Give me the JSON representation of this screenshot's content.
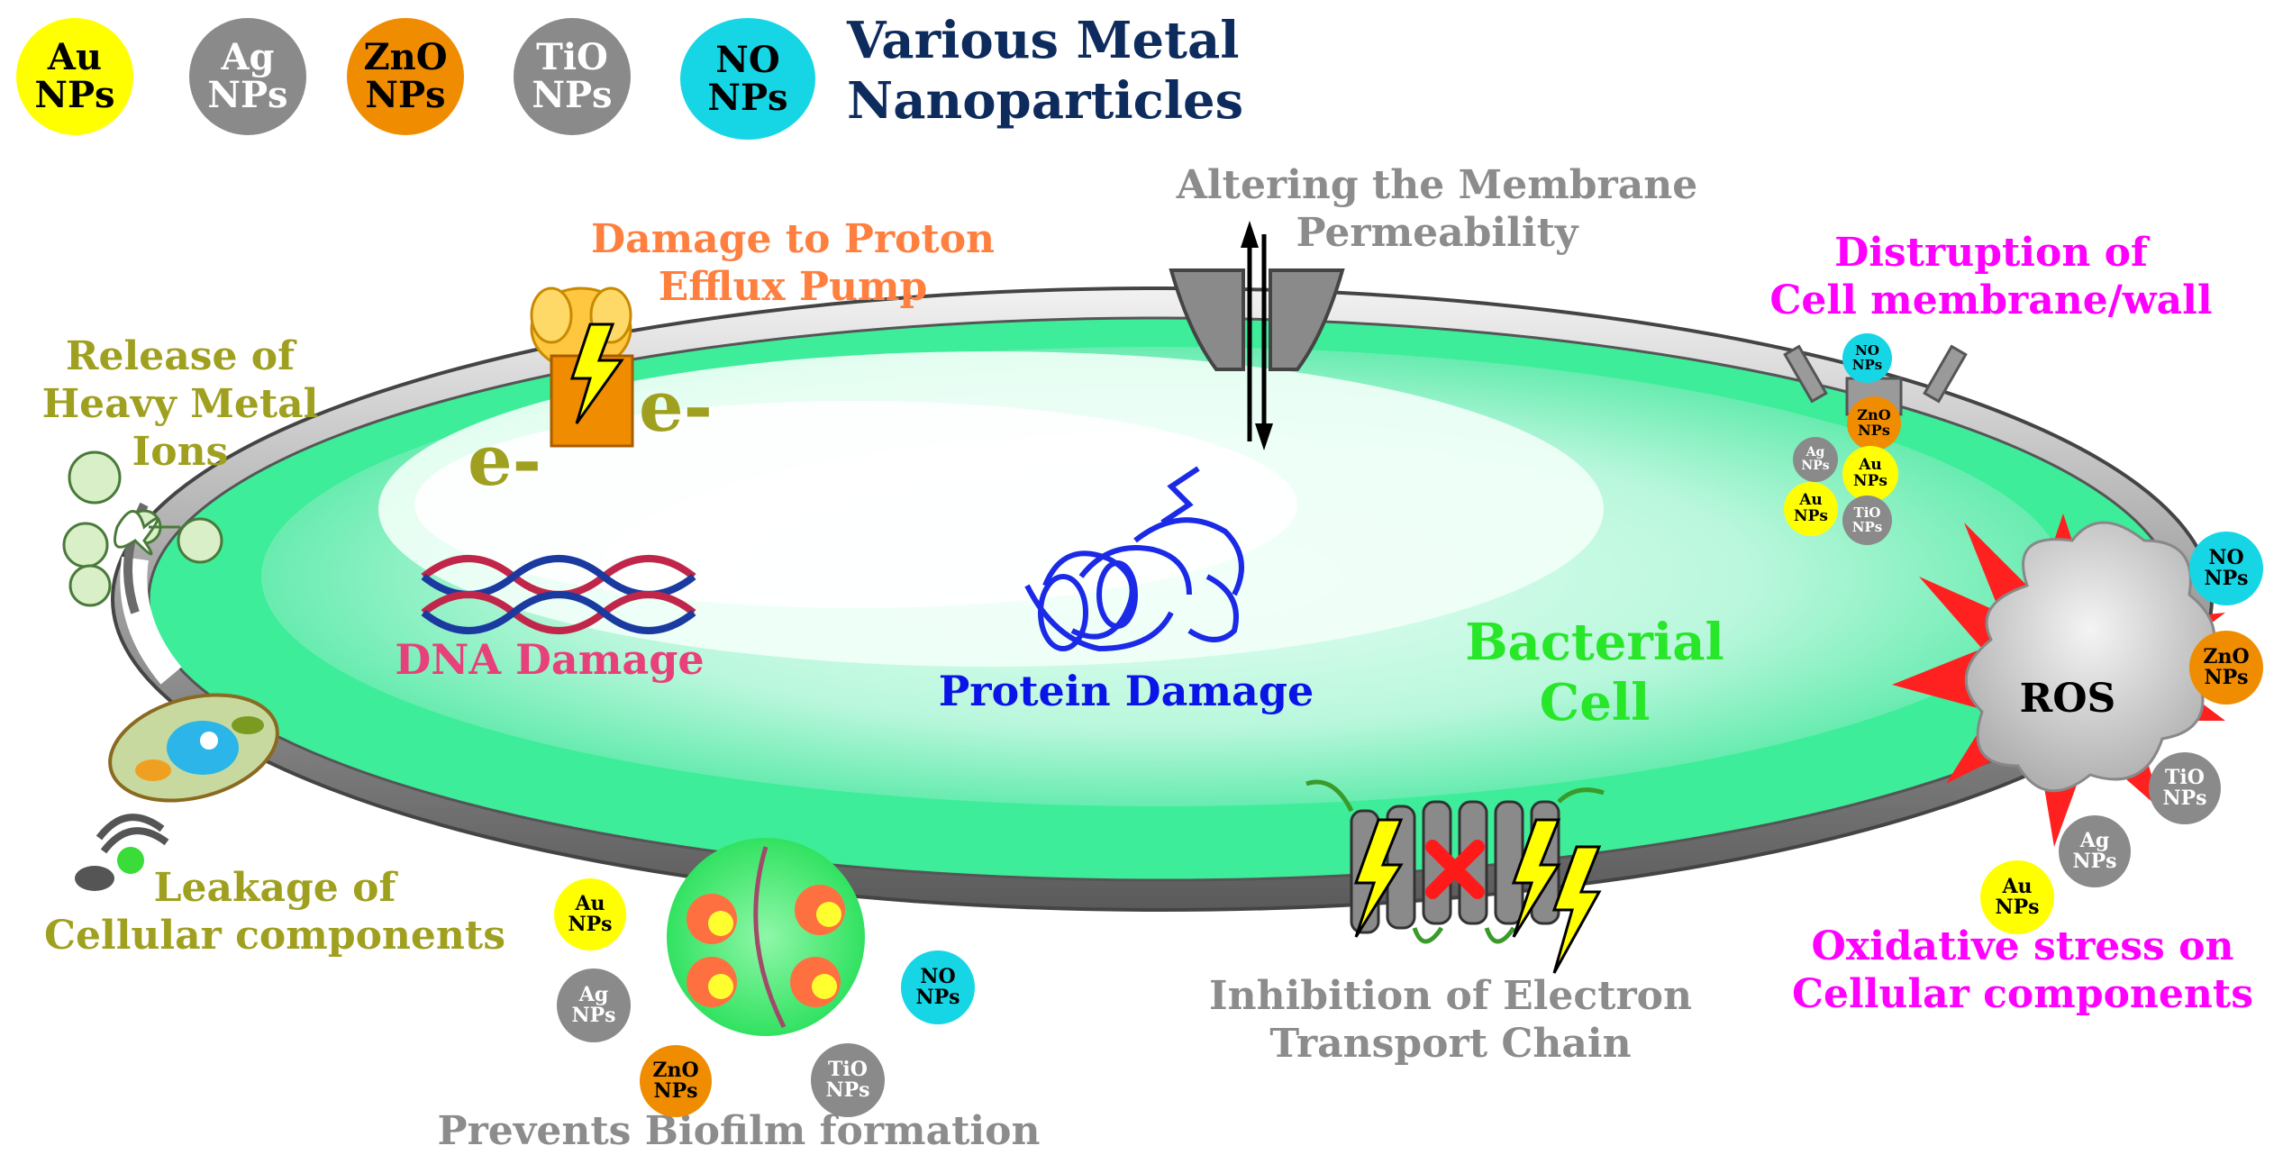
{
  "legend": {
    "title": "Various Metal\nNanoparticles",
    "items": [
      {
        "label": "Au\nNPs",
        "color": "#ffff00",
        "text": "#000000"
      },
      {
        "label": "Ag\nNPs",
        "color": "#8a8a8a",
        "text": "#ffffff"
      },
      {
        "label": "ZnO\nNPs",
        "color": "#f08c00",
        "text": "#000000"
      },
      {
        "label": "TiO\nNPs",
        "color": "#8a8a8a",
        "text": "#ffffff"
      },
      {
        "label": "NO\nNPs",
        "color": "#16d6e6",
        "text": "#000000"
      }
    ]
  },
  "labels": {
    "membrane_permeability": "Altering the Membrane\nPermeability",
    "proton_pump": "Damage to Proton\nEfflux Pump",
    "heavy_metal": "Release of\nHeavy Metal\nIons",
    "cell_wall": "Distruption of\nCell membrane/wall",
    "dna": "DNA Damage",
    "protein": "Protein Damage",
    "bacterial_cell": "Bacterial\nCell",
    "ros": "ROS",
    "leakage": "Leakage of\nCellular components",
    "biofilm": "Prevents Biofilm formation",
    "electron_chain": "Inhibition of Electron\nTransport Chain",
    "oxidative": "Oxidative stress on\nCellular components",
    "electron_1": "e-",
    "electron_2": "e-"
  },
  "np_labels": {
    "au": "Au\nNPs",
    "ag": "Ag\nNPs",
    "zno": "ZnO\nNPs",
    "tio": "TiO\nNPs",
    "no": "NO\nNPs"
  },
  "colors": {
    "cytoplasm": "#3ded9a",
    "membrane": "#9a9a9a",
    "label_gray": "#8c8c8c",
    "label_orange": "#ff7f3f",
    "label_olive": "#a0a020",
    "label_magenta": "#ff00ff",
    "label_pink": "#e8407a",
    "label_blue": "#0a14e6",
    "label_green": "#28e628",
    "title_navy": "#0d2b5c"
  }
}
